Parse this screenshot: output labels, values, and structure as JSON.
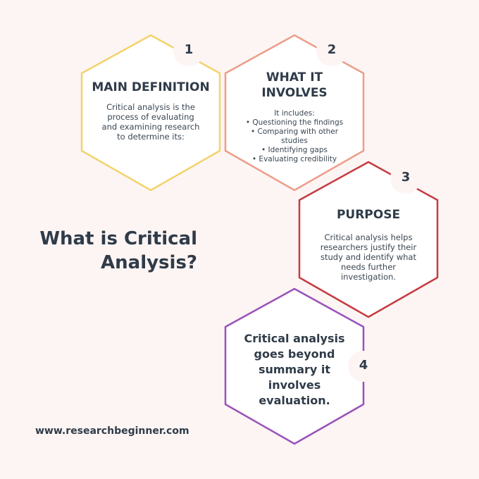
{
  "title": "What is Critical Analysis?",
  "footer": "www.researchbeginner.com",
  "colors": {
    "step1": "#f3d36b",
    "step2": "#ed9d8a",
    "step3": "#c73b42",
    "step4": "#9a52b8",
    "text": "#2f3b48",
    "background": "#fcf5f4"
  },
  "steps": [
    {
      "number": "1",
      "heading": "MAIN DEFINITION",
      "text": "Critical analysis is the process of evaluating and examining research to determine its:"
    },
    {
      "number": "2",
      "heading": "WHAT IT INVOLVES",
      "intro": "It includes:",
      "items": [
        "• Questioning the findings",
        "• Comparing with other studies",
        "• Identifying gaps",
        "• Evaluating credibility"
      ]
    },
    {
      "number": "3",
      "heading": "PURPOSE",
      "text": "Critical analysis helps researchers justify their study and identify what needs further investigation."
    },
    {
      "number": "4",
      "text": "Critical analysis goes beyond summary it involves evaluation."
    }
  ]
}
